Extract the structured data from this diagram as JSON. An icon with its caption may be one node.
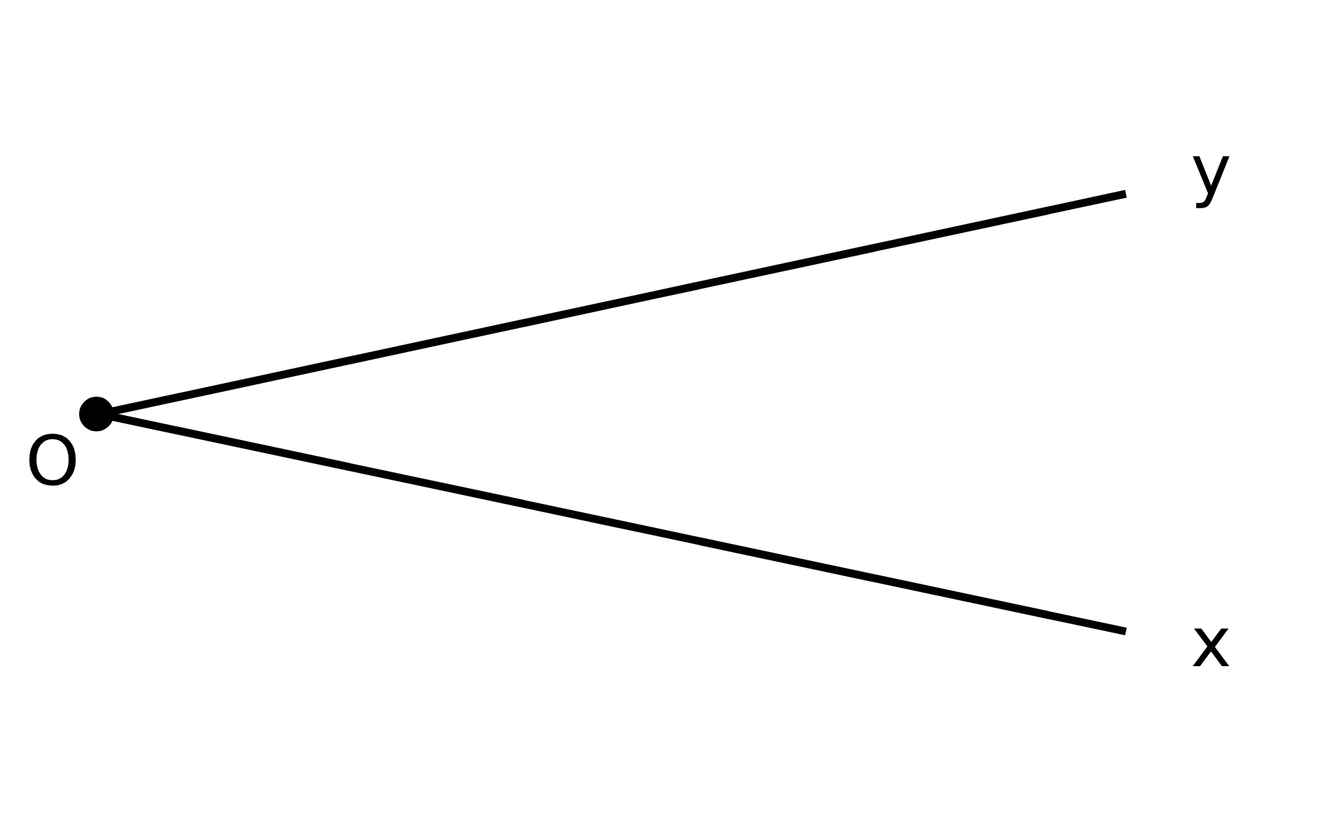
{
  "diagram": {
    "nodes": [
      {
        "text": [],
        "shape": "circle",
        "beside": [
          "O"
        ]
      },
      {
        "text": [
          "y"
        ]
      },
      {
        "text": [
          "x"
        ]
      }
    ],
    "edges": [
      {
        "from": 0,
        "to": 1,
        "arrow": "none"
      },
      {
        "from": 0,
        "to": 2,
        "arrow": "none"
      }
    ]
  }
}
